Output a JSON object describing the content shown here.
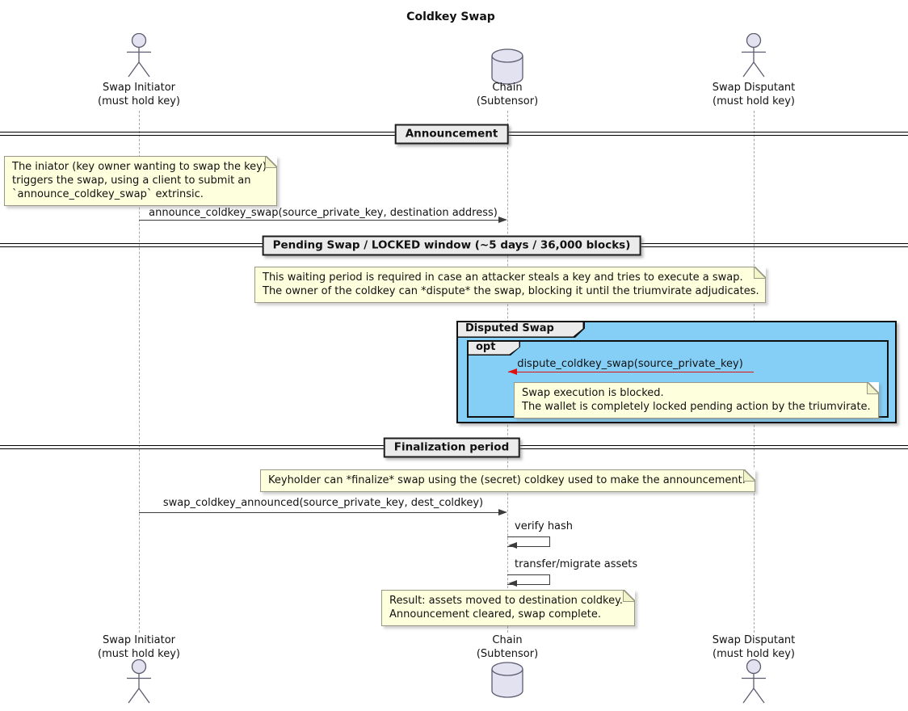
{
  "title": "Coldkey Swap",
  "colors": {
    "note-bg": "#FEFFDD",
    "group-bg": "#85CFF7",
    "shape-fill": "#E2E2F0",
    "label-bg": "#EBEBEB",
    "red-arrow": "#E01010",
    "line": "#3C3C3C"
  },
  "participants": [
    {
      "name": "Swap Initiator",
      "sub": "(must hold key)",
      "type": "actor"
    },
    {
      "name": "Chain",
      "sub": "(Subtensor)",
      "type": "database"
    },
    {
      "name": "Swap Disputant",
      "sub": "(must hold key)",
      "type": "actor"
    }
  ],
  "dividers": [
    {
      "label": "Announcement"
    },
    {
      "label": "Pending Swap / LOCKED window (~5 days / 36,000 blocks)"
    },
    {
      "label": "Finalization period"
    }
  ],
  "notes": [
    {
      "lines": [
        "The iniator (key owner wanting to swap the key)",
        "triggers the swap, using a client to submit an",
        "`announce_coldkey_swap` extrinsic."
      ]
    },
    {
      "lines": [
        "This waiting period is required in case an attacker steals a key and tries to execute a swap.",
        "The owner of the coldkey can *dispute* the swap, blocking it until the triumvirate adjudicates."
      ]
    },
    {
      "lines": [
        "Swap execution is blocked.",
        "The wallet is completely locked pending action by the triumvirate."
      ]
    },
    {
      "lines": [
        "Keyholder can *finalize* swap using the (secret) coldkey used to make the announcement."
      ]
    },
    {
      "lines": [
        "Result: assets moved to destination coldkey.",
        "Announcement cleared, swap complete."
      ]
    }
  ],
  "messages": [
    {
      "label": "announce_coldkey_swap(source_private_key, destination address)"
    },
    {
      "label": "dispute_coldkey_swap(source_private_key)"
    },
    {
      "label": "swap_coldkey_announced(source_private_key, dest_coldkey)"
    },
    {
      "label": "verify hash"
    },
    {
      "label": "transfer/migrate assets"
    }
  ],
  "group": {
    "label": "Disputed Swap",
    "fragment": "opt"
  }
}
